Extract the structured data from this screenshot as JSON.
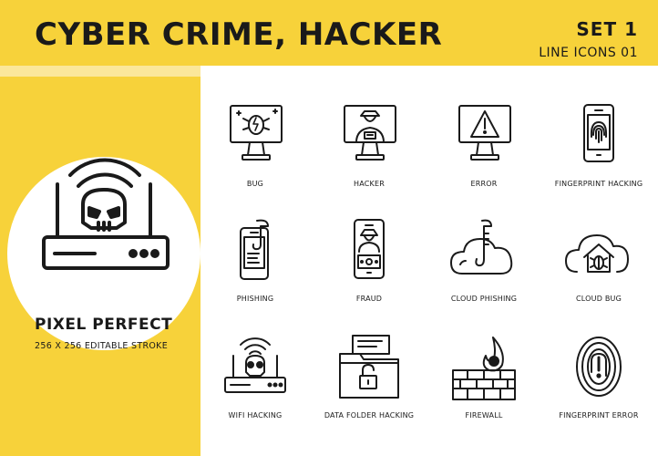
{
  "header": {
    "title": "CYBER CRIME, HACKER",
    "set": "SET 1",
    "subtitle": "LINE ICONS 01"
  },
  "hero": {
    "icon": "wifi-router-skull-icon",
    "title": "PIXEL PERFECT",
    "subtitle": "256 X 256 EDITABLE STROKE"
  },
  "colors": {
    "accent": "#f7d23a",
    "accent_light": "#fbe79a",
    "ink": "#1a1a1a",
    "background": "#ffffff"
  },
  "icons": [
    {
      "label": "BUG",
      "icon": "bug-monitor-icon"
    },
    {
      "label": "HACKER",
      "icon": "hacker-monitor-icon"
    },
    {
      "label": "ERROR",
      "icon": "error-monitor-icon"
    },
    {
      "label": "FINGERPRINT HACKING",
      "icon": "fingerprint-phone-icon"
    },
    {
      "label": "PHISHING",
      "icon": "phishing-phone-icon"
    },
    {
      "label": "FRAUD",
      "icon": "fraud-phone-icon"
    },
    {
      "label": "CLOUD PHISHING",
      "icon": "cloud-phishing-icon"
    },
    {
      "label": "CLOUD BUG",
      "icon": "cloud-bug-icon"
    },
    {
      "label": "WIFI HACKING",
      "icon": "wifi-hacking-icon"
    },
    {
      "label": "DATA FOLDER HACKING",
      "icon": "data-folder-icon"
    },
    {
      "label": "FIREWALL",
      "icon": "firewall-icon"
    },
    {
      "label": "FINGERPRINT ERROR",
      "icon": "fingerprint-error-icon"
    }
  ]
}
